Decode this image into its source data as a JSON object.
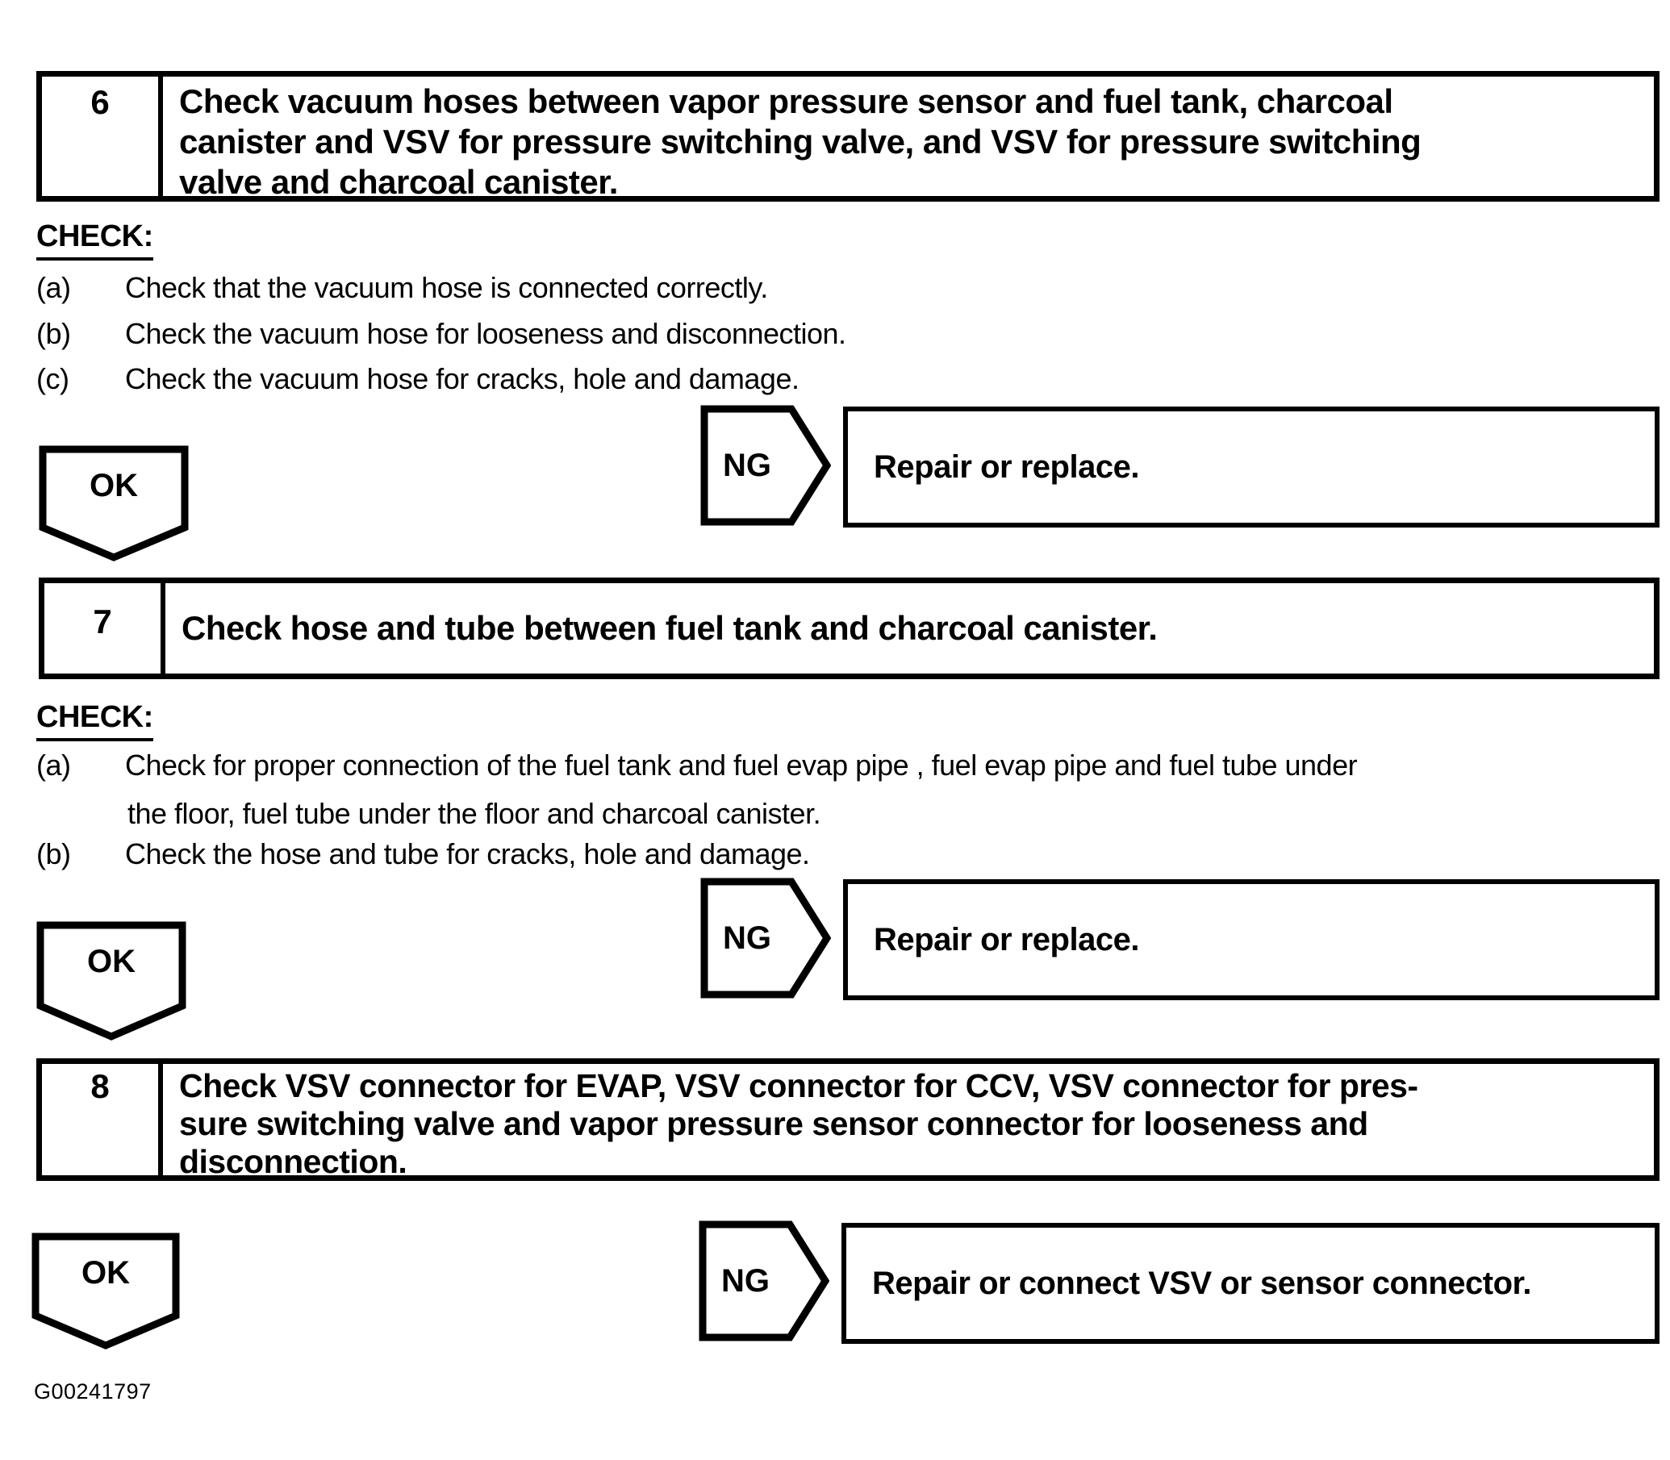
{
  "page": {
    "figure_code": "G00241797",
    "ink_color": "#000000",
    "paper_color": "#ffffff"
  },
  "steps": [
    {
      "number": "6",
      "title_lines": [
        "Check vacuum hoses between vapor pressure sensor and fuel tank, charcoal",
        "canister and VSV for pressure switching valve, and VSV for pressure switching",
        "valve and charcoal canister."
      ],
      "check_heading": "CHECK:",
      "check_items": [
        {
          "label": "(a)",
          "lines": [
            "Check that the vacuum hose is connected correctly."
          ]
        },
        {
          "label": "(b)",
          "lines": [
            "Check the vacuum hose for looseness and disconnection."
          ]
        },
        {
          "label": "(c)",
          "lines": [
            "Check the vacuum hose for cracks, hole and damage."
          ]
        }
      ],
      "ok_label": "OK",
      "ng_label": "NG",
      "ng_action": "Repair or replace."
    },
    {
      "number": "7",
      "title_lines": [
        "Check hose and tube between fuel tank and charcoal canister."
      ],
      "check_heading": "CHECK:",
      "check_items": [
        {
          "label": "(a)",
          "lines": [
            "Check for proper connection of the fuel tank and fuel evap pipe , fuel evap pipe and fuel tube under",
            "the floor, fuel tube under the floor and charcoal canister."
          ]
        },
        {
          "label": "(b)",
          "lines": [
            "Check the hose and tube for cracks, hole and damage."
          ]
        }
      ],
      "ok_label": "OK",
      "ng_label": "NG",
      "ng_action": "Repair or replace."
    },
    {
      "number": "8",
      "title_lines": [
        "Check VSV connector for EVAP, VSV connector for CCV, VSV connector for pres-",
        "sure switching valve and vapor pressure sensor connector for looseness and",
        "disconnection."
      ],
      "ok_label": "OK",
      "ng_label": "NG",
      "ng_action": "Repair or connect VSV or sensor connector."
    }
  ]
}
